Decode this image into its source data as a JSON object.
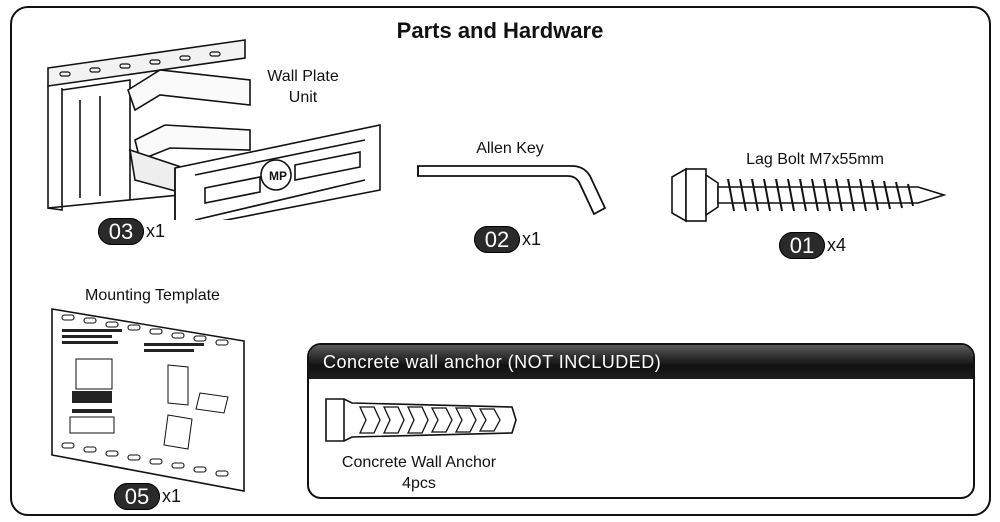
{
  "title": "Parts and Hardware",
  "parts": {
    "wall_plate": {
      "name": "Wall Plate\nUnit",
      "line1": "Wall Plate",
      "line2": "Unit",
      "number": "03",
      "qty": "x1"
    },
    "allen_key": {
      "name": "Allen Key",
      "number": "02",
      "qty": "x1"
    },
    "lag_bolt": {
      "name": "Lag Bolt M7x55mm",
      "number": "01",
      "qty": "x4"
    },
    "template": {
      "name": "Mounting Template",
      "number": "05",
      "qty": "x1"
    }
  },
  "anchor_section": {
    "header": "Concrete wall anchor (NOT INCLUDED)",
    "item_line1": "Concrete Wall Anchor",
    "item_line2": "4pcs"
  },
  "logo_text": "MP"
}
